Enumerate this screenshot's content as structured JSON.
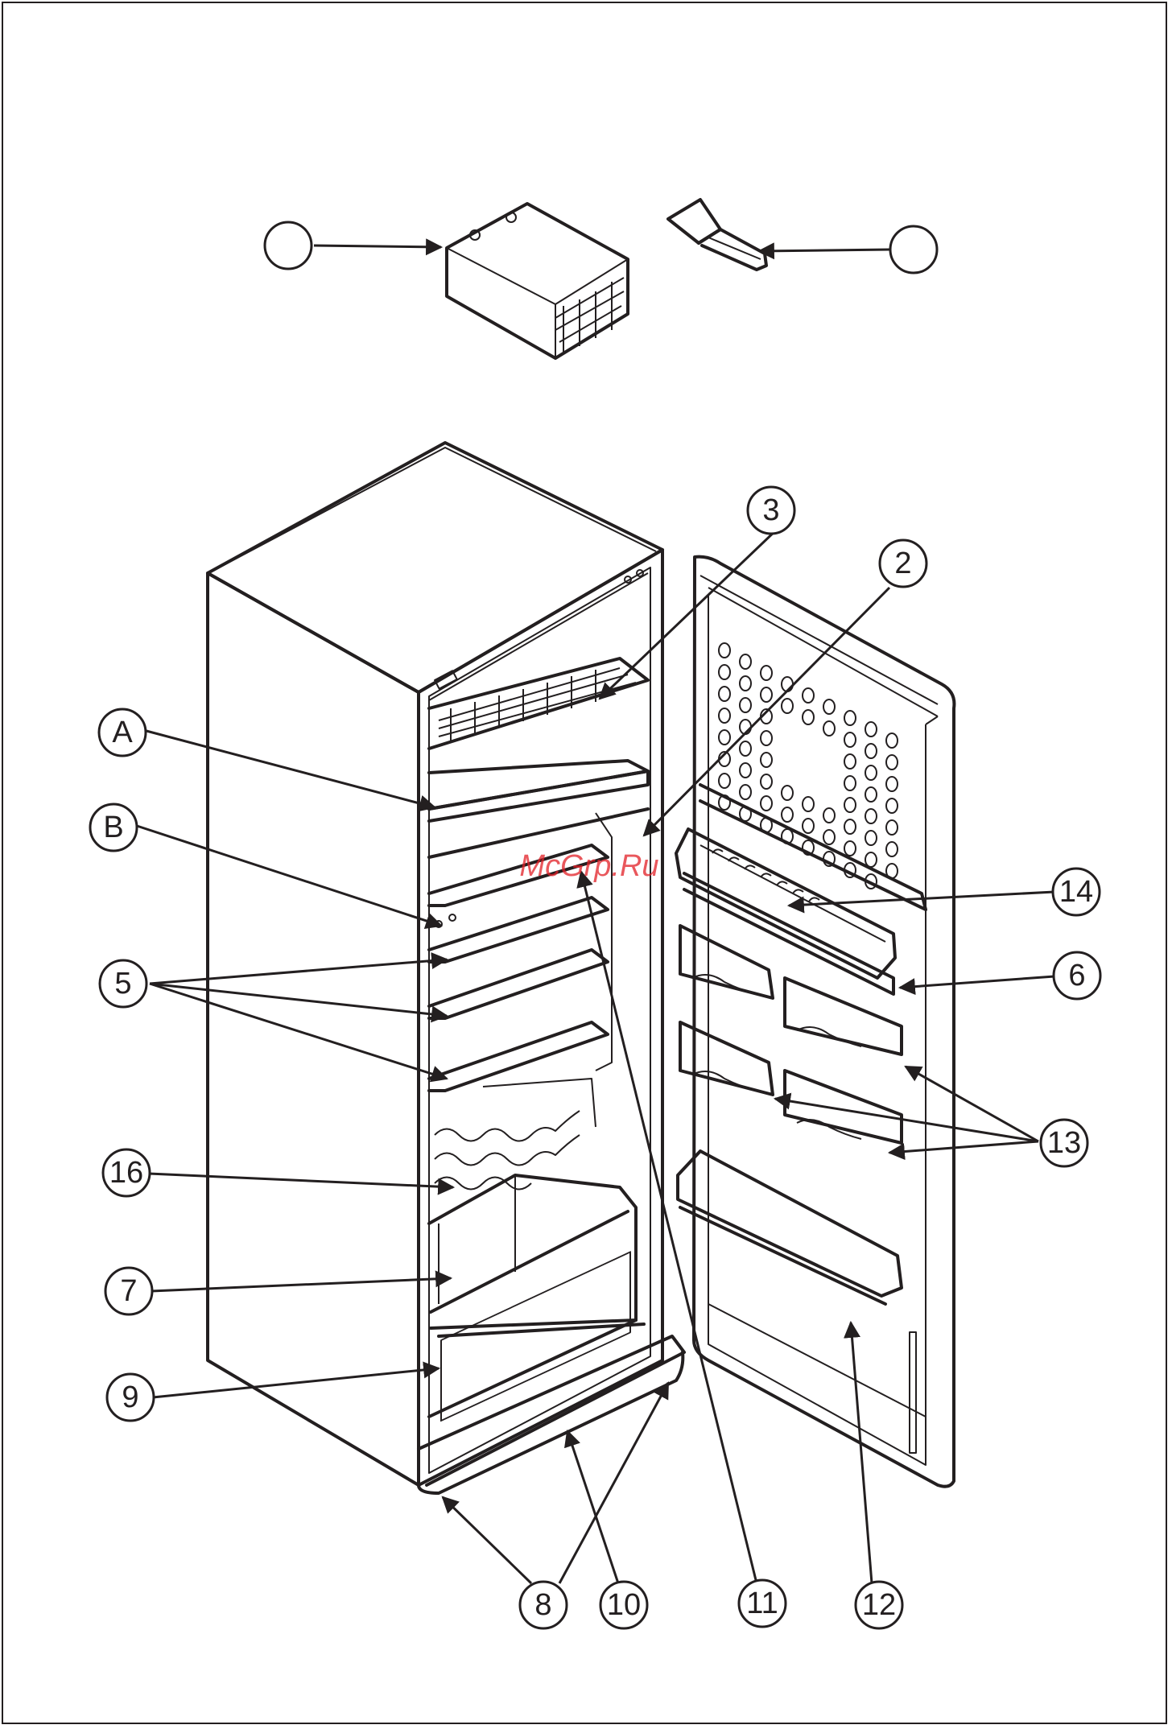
{
  "diagram": {
    "watermark": "McGrp.Ru",
    "callouts": {
      "A": "A",
      "B": "B",
      "c2": "2",
      "c3": "3",
      "c5": "5",
      "c6": "6",
      "c7": "7",
      "c8": "8",
      "c9": "9",
      "c10": "10",
      "c11": "11",
      "c12": "12",
      "c13": "13",
      "c14": "14",
      "c16": "16",
      "blank_left": "",
      "blank_right": ""
    },
    "colors": {
      "line": "#231f20",
      "watermark": "#e21f26",
      "background": "#ffffff"
    }
  }
}
